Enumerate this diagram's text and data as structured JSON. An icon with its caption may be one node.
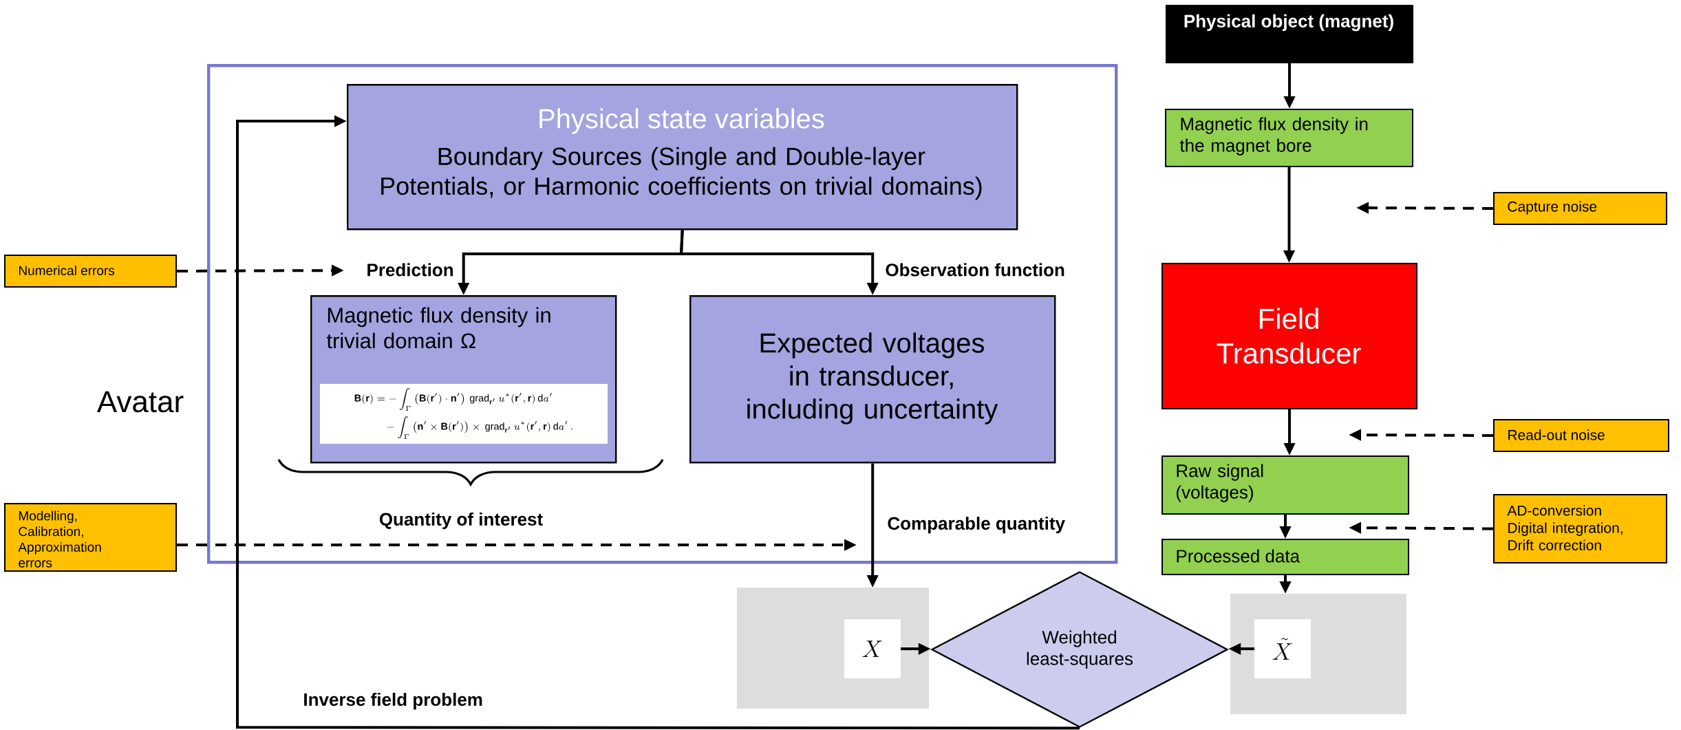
{
  "diagram": {
    "nodes": [
      {
        "text": [
          "Avatar"
        ]
      },
      {
        "text": [
          "Physical state variables",
          "Boundary Sources (Single and Double-layer Potentials, or Harmonic coefficients on trivial domains)"
        ],
        "in": 0
      },
      {
        "text": [
          "Magnetic flux density in trivial domain Ω",
          "\\begin{aligned}\\mathbf{B}(\\mathbf{r}) &= -\\int_\\Gamma \\left(\\mathbf{B}(\\mathbf{r}')\\cdot\\mathbf{n}'\\right)\\,\\mathrm{grad}_{\\mathbf{r}'}\\,u^*(\\mathbf{r}',\\mathbf{r})\\,\\mathrm{d}a' \\\\ &\\quad -\\int_\\Gamma \\left(\\mathbf{n}'\\times\\mathbf{B}(\\mathbf{r}')\\right)\\times\\,\\mathrm{grad}_{\\mathbf{r}'}\\,u^*(\\mathbf{r}',\\mathbf{r})\\,\\mathrm{d}a'\\,.\\end{aligned}"
        ],
        "in": 0
      },
      {
        "text": [
          "Expected voltages in transducer, including uncertainty"
        ],
        "in": 0
      },
      {
        "text": [
          "Numerical errors"
        ]
      },
      {
        "text": [
          "Modelling, Calibration, Approximation errors"
        ]
      },
      {
        "text": [
          "Physical object (magnet)"
        ]
      },
      {
        "text": [
          "Magnetic flux density in the magnet bore"
        ]
      },
      {
        "text": [
          "Field Transducer"
        ]
      },
      {
        "text": [
          "Raw signal (voltages)"
        ]
      },
      {
        "text": [
          "Processed data"
        ]
      },
      {
        "text": [
          "Capture noise"
        ]
      },
      {
        "text": [
          "Read-out noise"
        ]
      },
      {
        "text": [
          "AD-conversion Digital integration, Drift correction"
        ]
      },
      {
        "text": [],
        "shape": "box"
      },
      {
        "text": [
          "X"
        ],
        "in": 14
      },
      {
        "text": [
          "Weighted least-squares"
        ]
      },
      {
        "text": [],
        "shape": "box"
      },
      {
        "text": [
          "\\tilde{X}"
        ],
        "in": 17
      }
    ],
    "edges": [
      {
        "from": 1,
        "to": 2,
        "arrow": "to",
        "label": "Prediction"
      },
      {
        "from": 1,
        "to": 3,
        "arrow": "to",
        "label": "Observation function"
      },
      {
        "from": 3,
        "to": 14,
        "arrow": "to",
        "label": "Comparable quantity"
      },
      {
        "from": 15,
        "to": 16,
        "arrow": "to"
      },
      {
        "from": 18,
        "to": 16,
        "arrow": "to"
      },
      {
        "from": 10,
        "to": 17,
        "arrow": "to"
      },
      {
        "from": 16,
        "to": 1,
        "arrow": "to"
      },
      {
        "from": 6,
        "to": 7,
        "arrow": "to"
      },
      {
        "from": 7,
        "to": 8,
        "arrow": "to"
      },
      {
        "from": 8,
        "to": 9,
        "arrow": "to"
      },
      {
        "from": 9,
        "to": 10,
        "arrow": "to"
      },
      {
        "from": 4,
        "to": null,
        "arrow": "to",
        "style": "dashed"
      },
      {
        "from": 5,
        "to": 0,
        "arrow": "to",
        "style": "dashed"
      },
      {
        "from": 11,
        "to": null,
        "arrow": "to",
        "style": "dashed"
      },
      {
        "from": 12,
        "to": 9,
        "arrow": "to",
        "style": "dashed"
      },
      {
        "from": 13,
        "to": 10,
        "arrow": "to",
        "style": "dashed"
      }
    ],
    "labels": [
      "Quantity of interest",
      "Inverse field problem"
    ]
  }
}
